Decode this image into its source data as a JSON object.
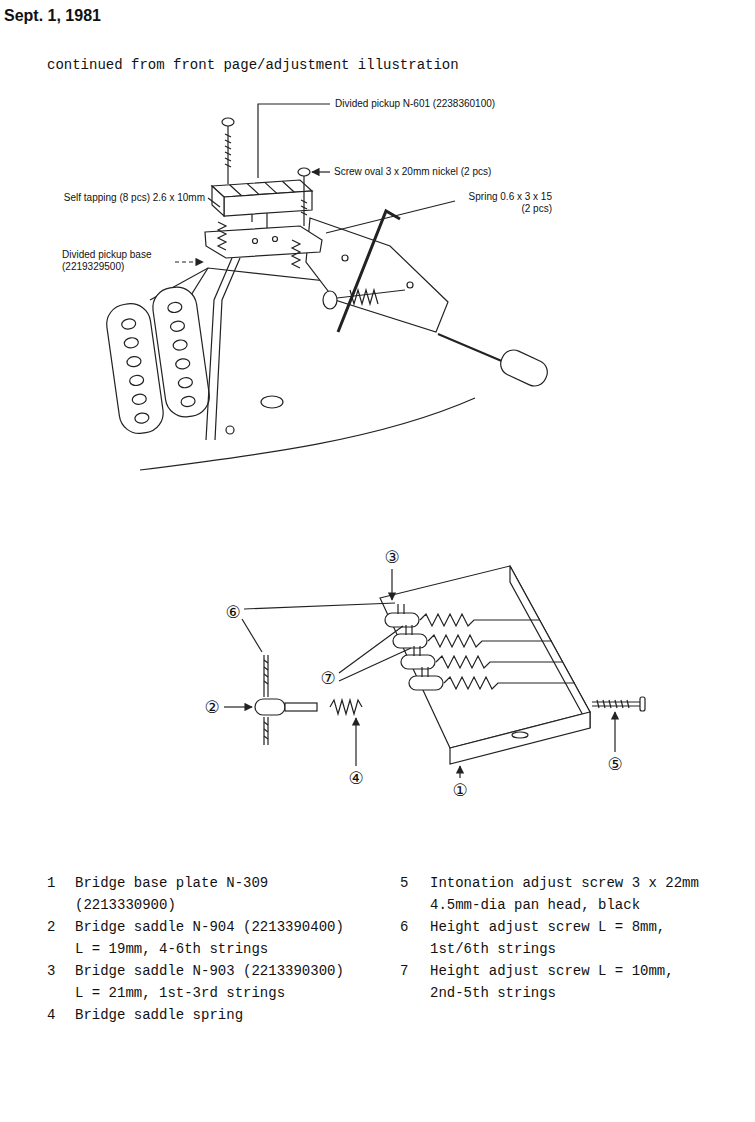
{
  "diagram": {
    "title": "Sept. 1, 1981",
    "labels": [
      "continued from front page/adjustment illustration",
      "Divided pickup N-601 (2238360100)",
      "Screw oval 3 x 20mm nickel (2 pcs)",
      "Self tapping (8 pcs) 2.6 x 10mm",
      "Spring 0.6 x 3 x 15 (2 pcs)",
      "Divided pickup base (2219329500)",
      "③",
      "⑥",
      "⑦",
      "②",
      "④",
      "①",
      "⑤",
      "1",
      "Bridge base plate N-309 (2213330900)",
      "2",
      "Bridge saddle N-904 (2213390400) L = 19mm, 4-6th strings",
      "3",
      "Bridge saddle N-903 (2213390300) L = 21mm, 1st-3rd strings",
      "4",
      "Bridge saddle spring",
      "5",
      "Intonation adjust screw 3 x 22mm 4.5mm-dia pan head, black",
      "6",
      "Height adjust screw L = 8mm, 1st/6th strings",
      "7",
      "Height adjust screw L = 10mm, 2nd-5th strings"
    ]
  }
}
